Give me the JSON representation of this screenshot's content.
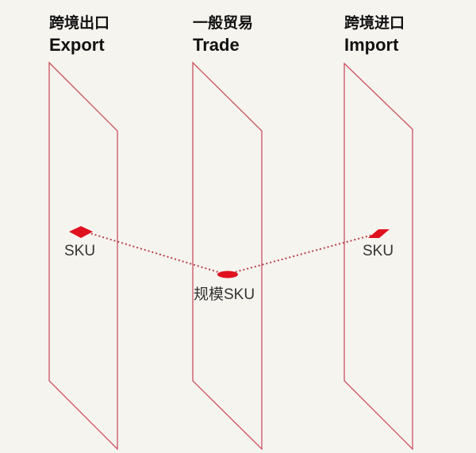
{
  "columns": [
    {
      "cn": "跨境出口",
      "en": "Export"
    },
    {
      "cn": "一般贸易",
      "en": "Trade"
    },
    {
      "cn": "跨境进口",
      "en": "Import"
    }
  ],
  "nodes": {
    "export_sku": "SKU",
    "trade_sku": "规模SKU",
    "import_sku": "SKU"
  },
  "colors": {
    "panel": "#c9505f",
    "marker": "#e0111f",
    "line": "#b8404a",
    "background": "#f6f4ef"
  }
}
